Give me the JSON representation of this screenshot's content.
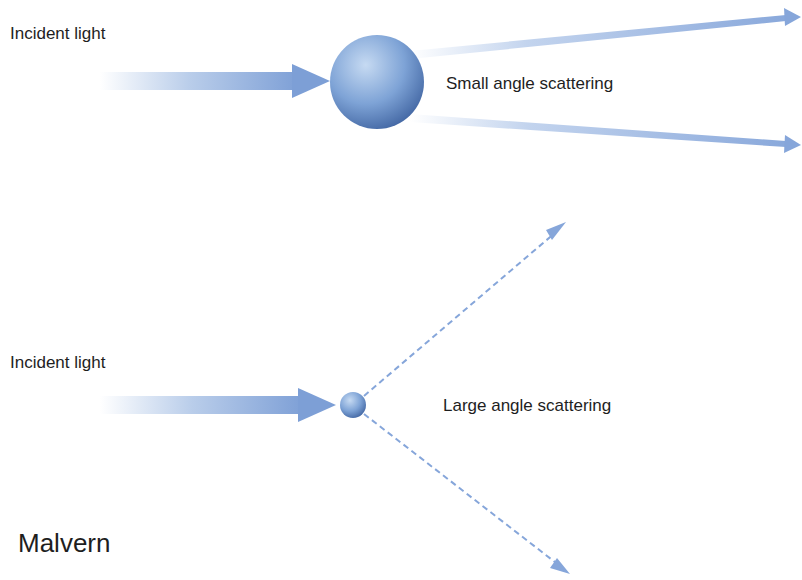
{
  "diagram": {
    "labels": [
      "Incident light",
      "Small angle scattering",
      "Incident light",
      "Large angle scattering",
      "Malvern"
    ]
  }
}
